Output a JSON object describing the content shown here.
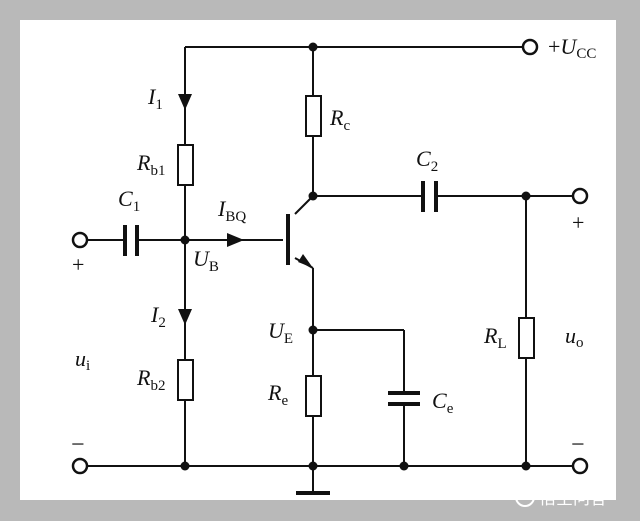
{
  "labels": {
    "ucc": {
      "sign": "+",
      "main": "U",
      "sub": "CC"
    },
    "i1": {
      "main": "I",
      "sub": "1"
    },
    "rc": {
      "main": "R",
      "sub": "c"
    },
    "rb1": {
      "main": "R",
      "sub": "b1"
    },
    "c2": {
      "main": "C",
      "sub": "2"
    },
    "c1": {
      "main": "C",
      "sub": "1"
    },
    "ibq": {
      "main": "I",
      "sub": "BQ"
    },
    "ub": {
      "main": "U",
      "sub": "B"
    },
    "i2": {
      "main": "I",
      "sub": "2"
    },
    "ue": {
      "main": "U",
      "sub": "E"
    },
    "rl": {
      "main": "R",
      "sub": "L"
    },
    "ui": {
      "main": "u",
      "sub": "i"
    },
    "uo": {
      "main": "u",
      "sub": "o"
    },
    "rb2": {
      "main": "R",
      "sub": "b2"
    },
    "re": {
      "main": "R",
      "sub": "e"
    },
    "ce": {
      "main": "C",
      "sub": "e"
    },
    "plus_in": "+",
    "plus_out": "+",
    "minus_in": "−",
    "minus_out": "−"
  },
  "watermark": "悟空问答"
}
